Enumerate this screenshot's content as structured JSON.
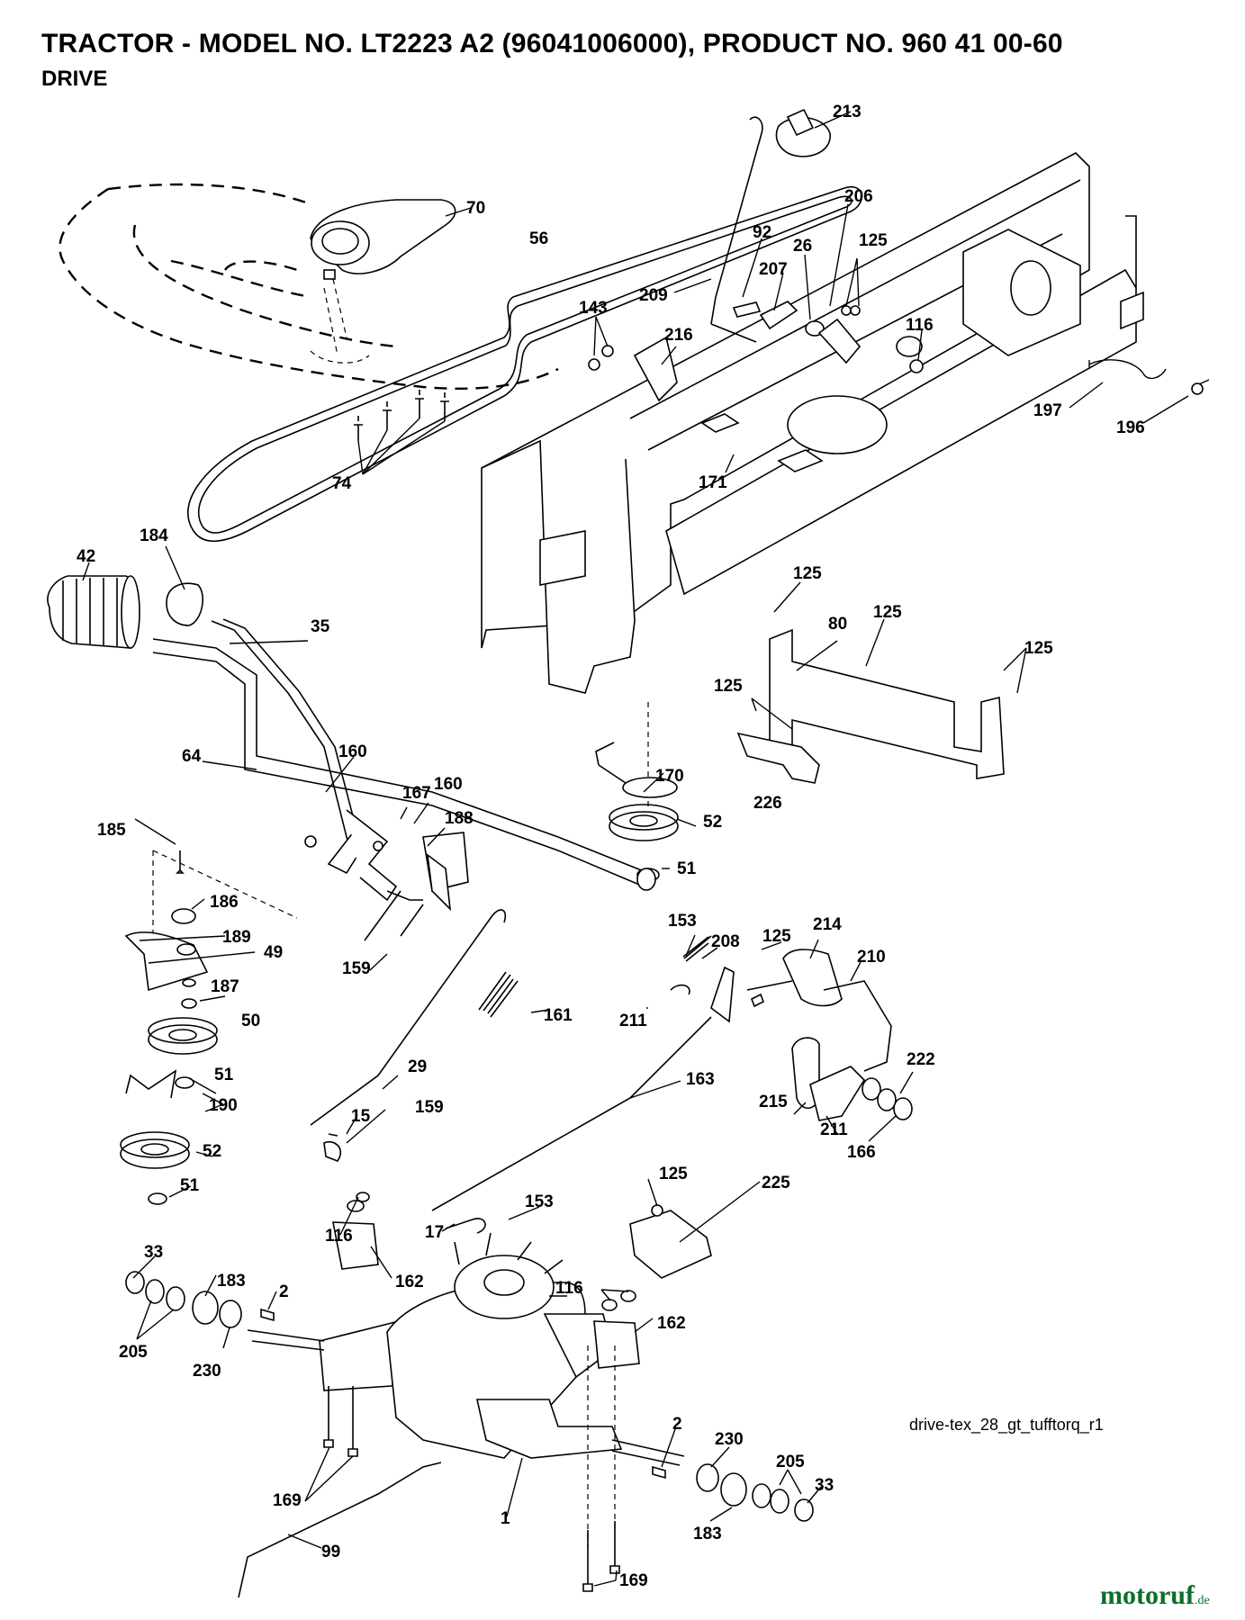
{
  "header": {
    "title": "TRACTOR - MODEL NO. LT2223 A2 (96041006000), PRODUCT NO. 960 41 00-60",
    "subtitle": "DRIVE"
  },
  "diagram_ref": "drive-tex_28_gt_tufftorq_r1",
  "watermark": {
    "name": "motoruf",
    "tld": ".de"
  },
  "callouts": [
    {
      "id": "c213",
      "text": "213"
    },
    {
      "id": "c70",
      "text": "70"
    },
    {
      "id": "c56",
      "text": "56"
    },
    {
      "id": "c206",
      "text": "206"
    },
    {
      "id": "c92",
      "text": "92"
    },
    {
      "id": "c26",
      "text": "26"
    },
    {
      "id": "c125a",
      "text": "125"
    },
    {
      "id": "c207",
      "text": "207"
    },
    {
      "id": "c209",
      "text": "209"
    },
    {
      "id": "c143",
      "text": "143"
    },
    {
      "id": "c216",
      "text": "216"
    },
    {
      "id": "c116a",
      "text": "116"
    },
    {
      "id": "c197",
      "text": "197"
    },
    {
      "id": "c196",
      "text": "196"
    },
    {
      "id": "c74",
      "text": "74"
    },
    {
      "id": "c171",
      "text": "171"
    },
    {
      "id": "c184",
      "text": "184"
    },
    {
      "id": "c42",
      "text": "42"
    },
    {
      "id": "c35",
      "text": "35"
    },
    {
      "id": "c125b",
      "text": "125"
    },
    {
      "id": "c80",
      "text": "80"
    },
    {
      "id": "c125c",
      "text": "125"
    },
    {
      "id": "c125d",
      "text": "125"
    },
    {
      "id": "c125e",
      "text": "125"
    },
    {
      "id": "c64",
      "text": "64"
    },
    {
      "id": "c160a",
      "text": "160"
    },
    {
      "id": "c167",
      "text": "167"
    },
    {
      "id": "c160b",
      "text": "160"
    },
    {
      "id": "c170",
      "text": "170"
    },
    {
      "id": "c226",
      "text": "226"
    },
    {
      "id": "c52a",
      "text": "52"
    },
    {
      "id": "c188",
      "text": "188"
    },
    {
      "id": "c185",
      "text": "185"
    },
    {
      "id": "c51a",
      "text": "51"
    },
    {
      "id": "c186",
      "text": "186"
    },
    {
      "id": "c189",
      "text": "189"
    },
    {
      "id": "c49",
      "text": "49"
    },
    {
      "id": "c159a",
      "text": "159"
    },
    {
      "id": "c153a",
      "text": "153"
    },
    {
      "id": "c208",
      "text": "208"
    },
    {
      "id": "c125f",
      "text": "125"
    },
    {
      "id": "c214",
      "text": "214"
    },
    {
      "id": "c210",
      "text": "210"
    },
    {
      "id": "c187",
      "text": "187"
    },
    {
      "id": "c211a",
      "text": "211"
    },
    {
      "id": "c50",
      "text": "50"
    },
    {
      "id": "c161",
      "text": "161"
    },
    {
      "id": "c222",
      "text": "222"
    },
    {
      "id": "c29",
      "text": "29"
    },
    {
      "id": "c163",
      "text": "163"
    },
    {
      "id": "c51b",
      "text": "51"
    },
    {
      "id": "c215",
      "text": "215"
    },
    {
      "id": "c190",
      "text": "190"
    },
    {
      "id": "c211b",
      "text": "211"
    },
    {
      "id": "c15",
      "text": "15"
    },
    {
      "id": "c159b",
      "text": "159"
    },
    {
      "id": "c166",
      "text": "166"
    },
    {
      "id": "c52b",
      "text": "52"
    },
    {
      "id": "c51c",
      "text": "51"
    },
    {
      "id": "c125g",
      "text": "125"
    },
    {
      "id": "c225",
      "text": "225"
    },
    {
      "id": "c153b",
      "text": "153"
    },
    {
      "id": "c17",
      "text": "17"
    },
    {
      "id": "c116b",
      "text": "116"
    },
    {
      "id": "c33a",
      "text": "33"
    },
    {
      "id": "c183a",
      "text": "183"
    },
    {
      "id": "c2a",
      "text": "2"
    },
    {
      "id": "c162a",
      "text": "162"
    },
    {
      "id": "c116c",
      "text": "116"
    },
    {
      "id": "c205a",
      "text": "205"
    },
    {
      "id": "c230a",
      "text": "230"
    },
    {
      "id": "c162b",
      "text": "162"
    },
    {
      "id": "c2b",
      "text": "2"
    },
    {
      "id": "c230b",
      "text": "230"
    },
    {
      "id": "c205b",
      "text": "205"
    },
    {
      "id": "c33b",
      "text": "33"
    },
    {
      "id": "c169a",
      "text": "169"
    },
    {
      "id": "c1",
      "text": "1"
    },
    {
      "id": "c183b",
      "text": "183"
    },
    {
      "id": "c99",
      "text": "99"
    },
    {
      "id": "c169b",
      "text": "169"
    }
  ]
}
